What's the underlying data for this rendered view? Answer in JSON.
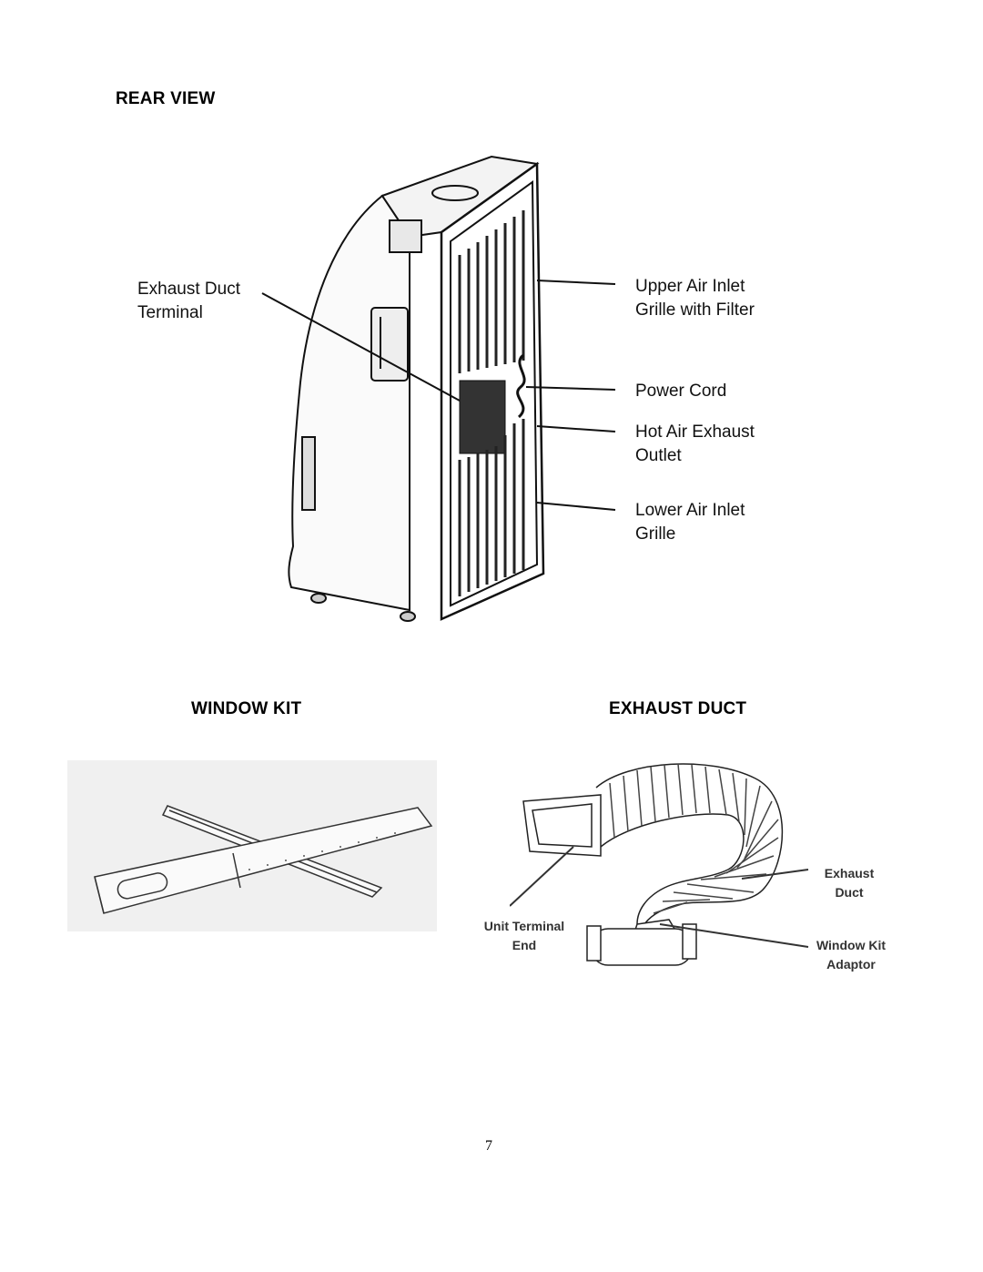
{
  "headings": {
    "rear_view": "REAR VIEW",
    "window_kit": "WINDOW KIT",
    "exhaust_duct": "EXHAUST DUCT"
  },
  "rear_view_labels": {
    "exhaust_duct_terminal": [
      "Exhaust Duct",
      "Terminal"
    ],
    "upper_air_inlet": [
      "Upper Air Inlet",
      "Grille with Filter"
    ],
    "power_cord": [
      "Power Cord"
    ],
    "hot_air_exhaust": [
      "Hot Air Exhaust",
      "Outlet"
    ],
    "lower_air_inlet": [
      "Lower Air Inlet",
      "Grille"
    ]
  },
  "exhaust_duct_labels": {
    "exhaust_duct": [
      "Exhaust",
      "Duct"
    ],
    "unit_terminal_end": [
      "Unit Terminal",
      "End"
    ],
    "window_kit_adaptor": [
      "Window Kit",
      "Adaptor"
    ]
  },
  "page_number": "7"
}
